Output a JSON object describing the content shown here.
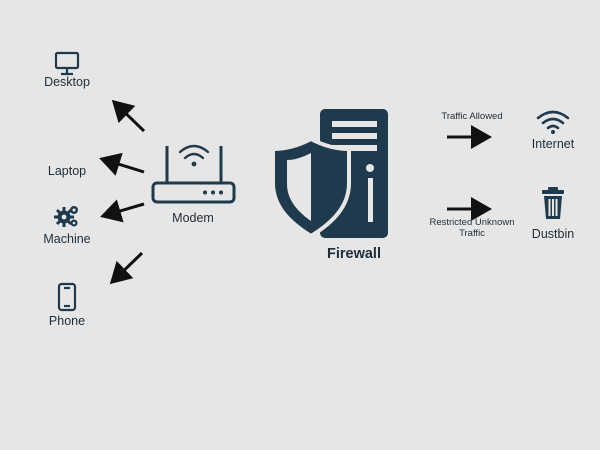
{
  "diagram": {
    "devices": [
      {
        "label": "Desktop",
        "icon": "desktop-icon"
      },
      {
        "label": "Laptop",
        "icon": "laptop-icon"
      },
      {
        "label": "Machine",
        "icon": "gears-icon"
      },
      {
        "label": "Phone",
        "icon": "phone-icon"
      }
    ],
    "modem": {
      "label": "Modem",
      "icon": "wifi-router-icon"
    },
    "firewall": {
      "label": "Firewall",
      "icon": "shield-server-icon"
    },
    "outputs": [
      {
        "edge_label": "Traffic Allowed",
        "label": "Internet",
        "icon": "wifi-icon"
      },
      {
        "edge_label": "Restricted Unknown Traffic",
        "label": "Dustbin",
        "icon": "trash-icon"
      }
    ],
    "colors": {
      "icon": "#1f3a4d",
      "arrow": "#111111",
      "background": "#e6e6e6"
    }
  }
}
